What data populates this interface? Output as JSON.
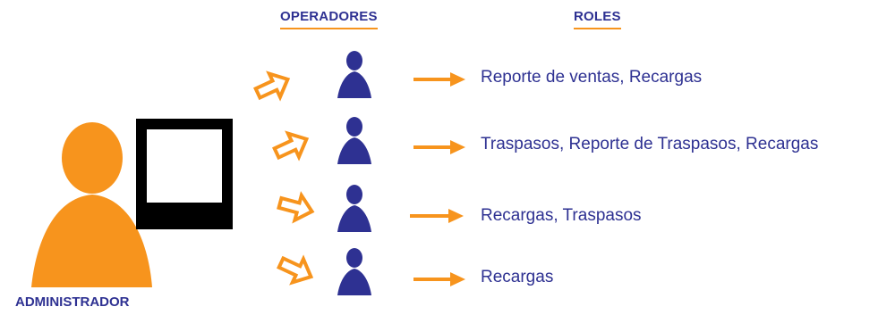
{
  "headers": {
    "operadores": "OPERADORES",
    "roles": "ROLES"
  },
  "admin": {
    "label": "ADMINISTRADOR",
    "icon": "admin-person-icon",
    "computer_icon": "computer-monitor-icon"
  },
  "operators": [
    {
      "roles": "Reporte de ventas, Recargas"
    },
    {
      "roles": "Traspasos, Reporte de Traspasos, Recargas"
    },
    {
      "roles": "Recargas, Traspasos"
    },
    {
      "roles": "Recargas"
    }
  ],
  "colors": {
    "accent_orange": "#f7941d",
    "navy": "#2e3192",
    "monitor": "#000000"
  }
}
